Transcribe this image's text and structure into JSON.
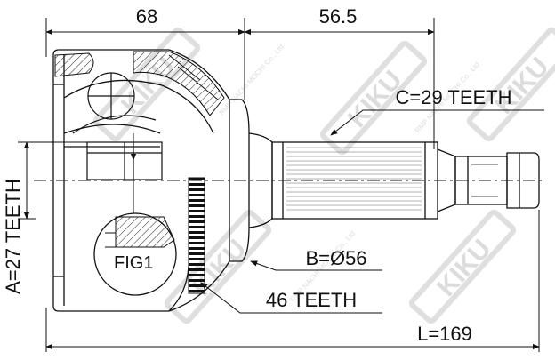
{
  "dimensions": {
    "width_top_left": "68",
    "width_top_right": "56.5",
    "length_total": "L=169"
  },
  "callouts": {
    "spline_c": "C=29 TEETH",
    "spline_a": "A=27 TEETH",
    "diameter_b": "B=Ø56",
    "abs_teeth": "46 TEETH",
    "detail_label": "FIG1"
  },
  "watermark": {
    "logo_text": "KIKU",
    "small_text": "RMP NACHI MOCHI Co., Ltd"
  },
  "colors": {
    "line": "#111111",
    "watermark": "#d9d9d9",
    "hatch": "#222222",
    "background": "#ffffff"
  }
}
